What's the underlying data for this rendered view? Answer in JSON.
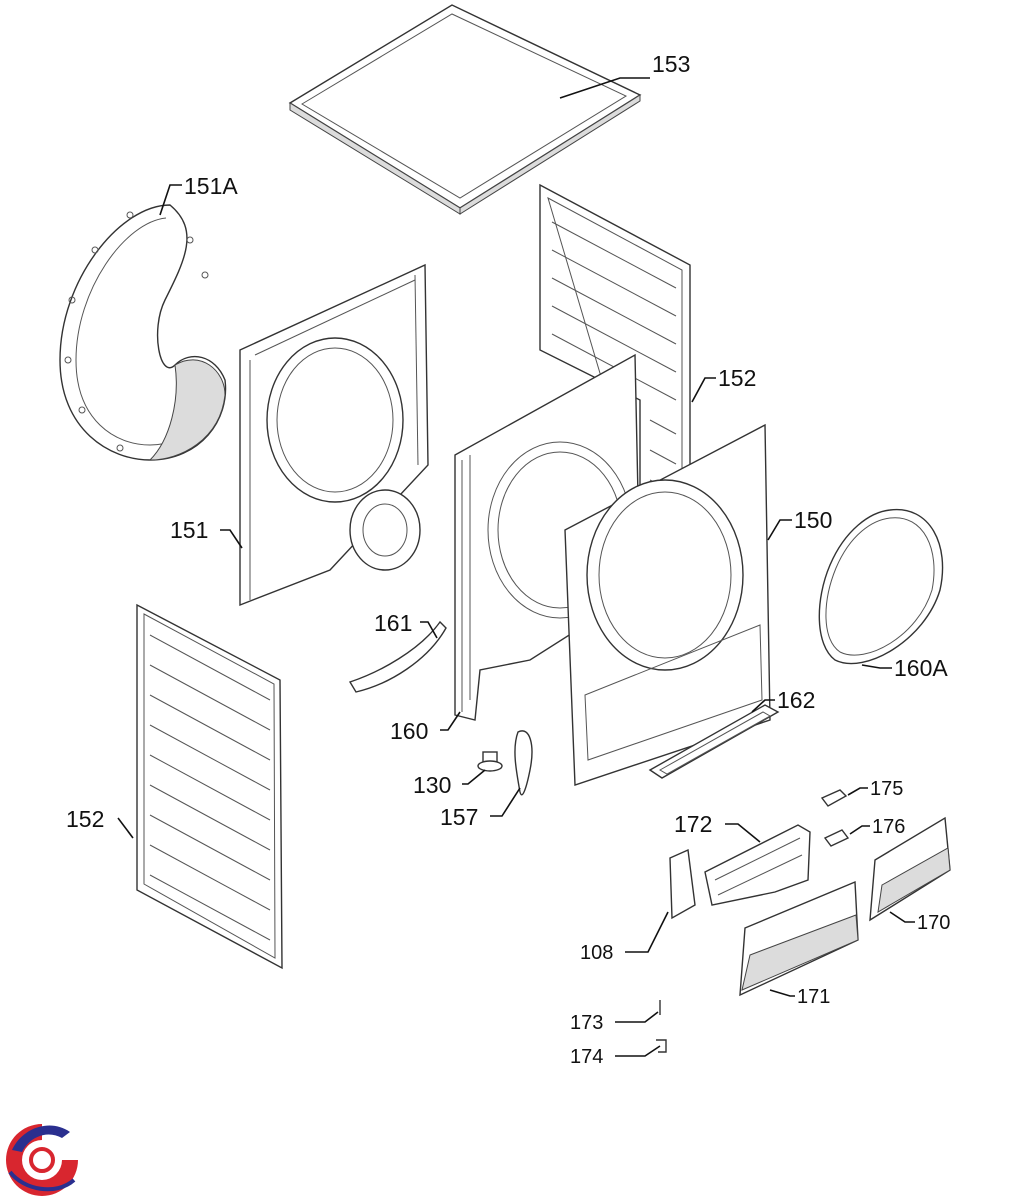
{
  "labels": {
    "l153": "153",
    "l151A": "151A",
    "l152_top": "152",
    "l151": "151",
    "l150": "150",
    "l160A": "160A",
    "l161": "161",
    "l160": "160",
    "l162": "162",
    "l130": "130",
    "l157": "157",
    "l152_left": "152",
    "l175": "175",
    "l172": "172",
    "l176": "176",
    "l108": "108",
    "l170": "170",
    "l171": "171",
    "l173": "173",
    "l174": "174"
  },
  "logo": {
    "colors": {
      "red": "#d8262f",
      "blue": "#2a2f8f"
    }
  }
}
